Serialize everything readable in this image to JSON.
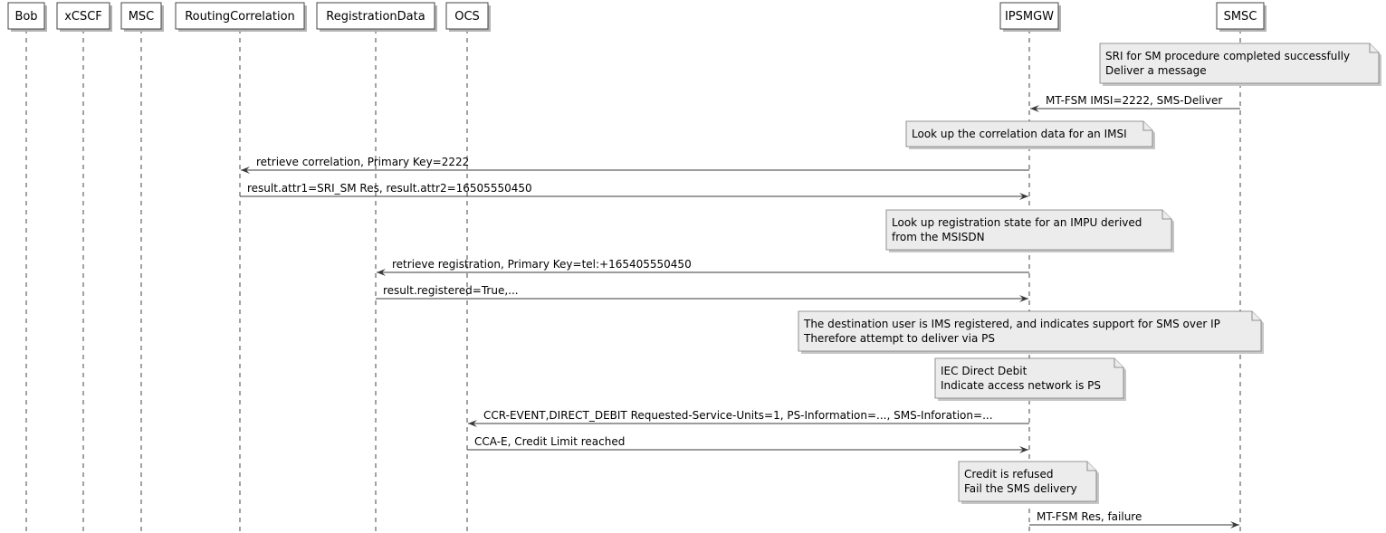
{
  "participants": [
    {
      "id": "bob",
      "label": "Bob"
    },
    {
      "id": "xcscf",
      "label": "xCSCF"
    },
    {
      "id": "msc",
      "label": "MSC"
    },
    {
      "id": "routing",
      "label": "RoutingCorrelation"
    },
    {
      "id": "regdata",
      "label": "RegistrationData"
    },
    {
      "id": "ocs",
      "label": "OCS"
    },
    {
      "id": "ipsmgw",
      "label": "IPSMGW"
    },
    {
      "id": "smsc",
      "label": "SMSC"
    }
  ],
  "events": [
    {
      "kind": "note",
      "over": [
        "smsc"
      ],
      "lines": [
        "SRI for SM procedure completed successfully",
        "Deliver a message"
      ]
    },
    {
      "kind": "message",
      "from": "smsc",
      "to": "ipsmgw",
      "label": "MT-FSM IMSI=2222, SMS-Deliver"
    },
    {
      "kind": "note",
      "over": [
        "ipsmgw"
      ],
      "lines": [
        "Look up the correlation data for an IMSI"
      ]
    },
    {
      "kind": "message",
      "from": "ipsmgw",
      "to": "routing",
      "label": "retrieve correlation, Primary Key=2222"
    },
    {
      "kind": "message",
      "from": "routing",
      "to": "ipsmgw",
      "label": "result.attr1=SRI_SM Res, result.attr2=16505550450"
    },
    {
      "kind": "note",
      "over": [
        "ipsmgw"
      ],
      "lines": [
        "Look up registration state for an IMPU derived",
        "from the MSISDN"
      ]
    },
    {
      "kind": "message",
      "from": "ipsmgw",
      "to": "regdata",
      "label": "retrieve registration, Primary Key=tel:+165405550450"
    },
    {
      "kind": "message",
      "from": "regdata",
      "to": "ipsmgw",
      "label": "result.registered=True,..."
    },
    {
      "kind": "note",
      "over": [
        "ipsmgw",
        "smsc"
      ],
      "lines": [
        "The destination user is IMS registered, and indicates support for SMS over IP",
        "Therefore attempt to deliver via PS"
      ]
    },
    {
      "kind": "note",
      "over": [
        "ipsmgw"
      ],
      "lines": [
        "IEC Direct Debit",
        "Indicate access network is PS"
      ]
    },
    {
      "kind": "message",
      "from": "ipsmgw",
      "to": "ocs",
      "label": "CCR-EVENT,DIRECT_DEBIT Requested-Service-Units=1, PS-Information=..., SMS-Inforation=..."
    },
    {
      "kind": "message",
      "from": "ocs",
      "to": "ipsmgw",
      "label": "CCA-E, Credit Limit reached"
    },
    {
      "kind": "note",
      "over": [
        "ipsmgw"
      ],
      "lines": [
        "Credit is refused",
        "Fail the SMS delivery"
      ]
    },
    {
      "kind": "message",
      "from": "ipsmgw",
      "to": "smsc",
      "label": "MT-FSM Res, failure"
    }
  ]
}
